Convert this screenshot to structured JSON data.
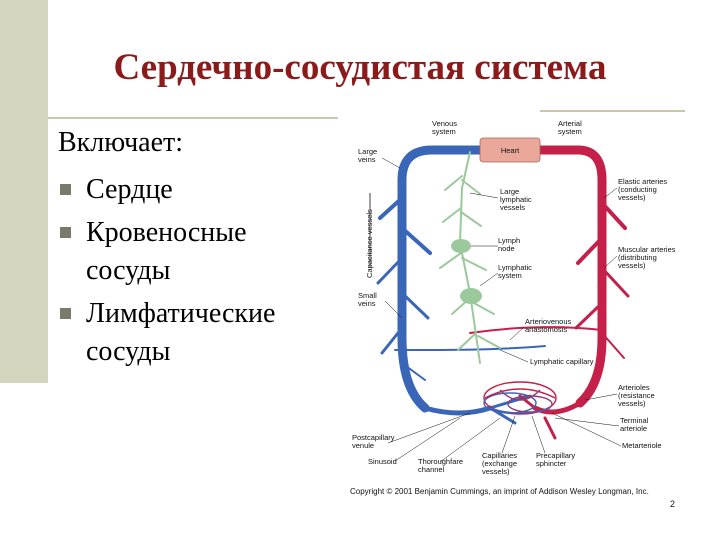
{
  "slide": {
    "title": "Сердечно-сосудистая система",
    "intro": "Включает:",
    "bullets": [
      "Сердце",
      "Кровеносные сосуды",
      "Лимфатические сосуды"
    ],
    "page_number": "2"
  },
  "figure": {
    "labels": {
      "venous": [
        "Venous",
        "system"
      ],
      "arterial": [
        "Arterial",
        "system"
      ],
      "heart": "Heart",
      "large_veins": [
        "Large",
        "veins"
      ],
      "capacitance": "Capacitance vessels",
      "large_lymphatic": [
        "Large",
        "lymphatic",
        "vessels"
      ],
      "lymph_node": [
        "Lymph",
        "node"
      ],
      "lymphatic_system": [
        "Lymphatic",
        "system"
      ],
      "small_veins": [
        "Small",
        "veins"
      ],
      "elastic_arteries": [
        "Elastic arteries",
        "(conducting",
        "vessels)"
      ],
      "muscular_arteries": [
        "Muscular arteries",
        "(distributing",
        "vessels)"
      ],
      "arteriovenous": [
        "Arteriovenous",
        "anastomosis"
      ],
      "lymphatic_capillary": "Lymphatic capillary",
      "arterioles": [
        "Arterioles",
        "(resistance",
        "vessels)"
      ],
      "terminal_arteriole": [
        "Terminal",
        "arteriole"
      ],
      "metarteriole": "Metarteriole",
      "postcapillary": [
        "Postcapillary",
        "venule"
      ],
      "sinusoid": "Sinusoid",
      "thoroughfare": [
        "Thoroughfare",
        "channel"
      ],
      "capillaries": [
        "Capillaries",
        "(exchange",
        "vessels)"
      ],
      "precapillary": [
        "Precapillary",
        "sphincter"
      ]
    },
    "copyright": "Copyright © 2001 Benjamin Cummings, an imprint of Addison Wesley Longman, Inc.",
    "colors": {
      "vein": "#3a66b8",
      "artery": "#c4204a",
      "lymph": "#9bc99b",
      "heart_fill": "#e9a89a"
    }
  }
}
